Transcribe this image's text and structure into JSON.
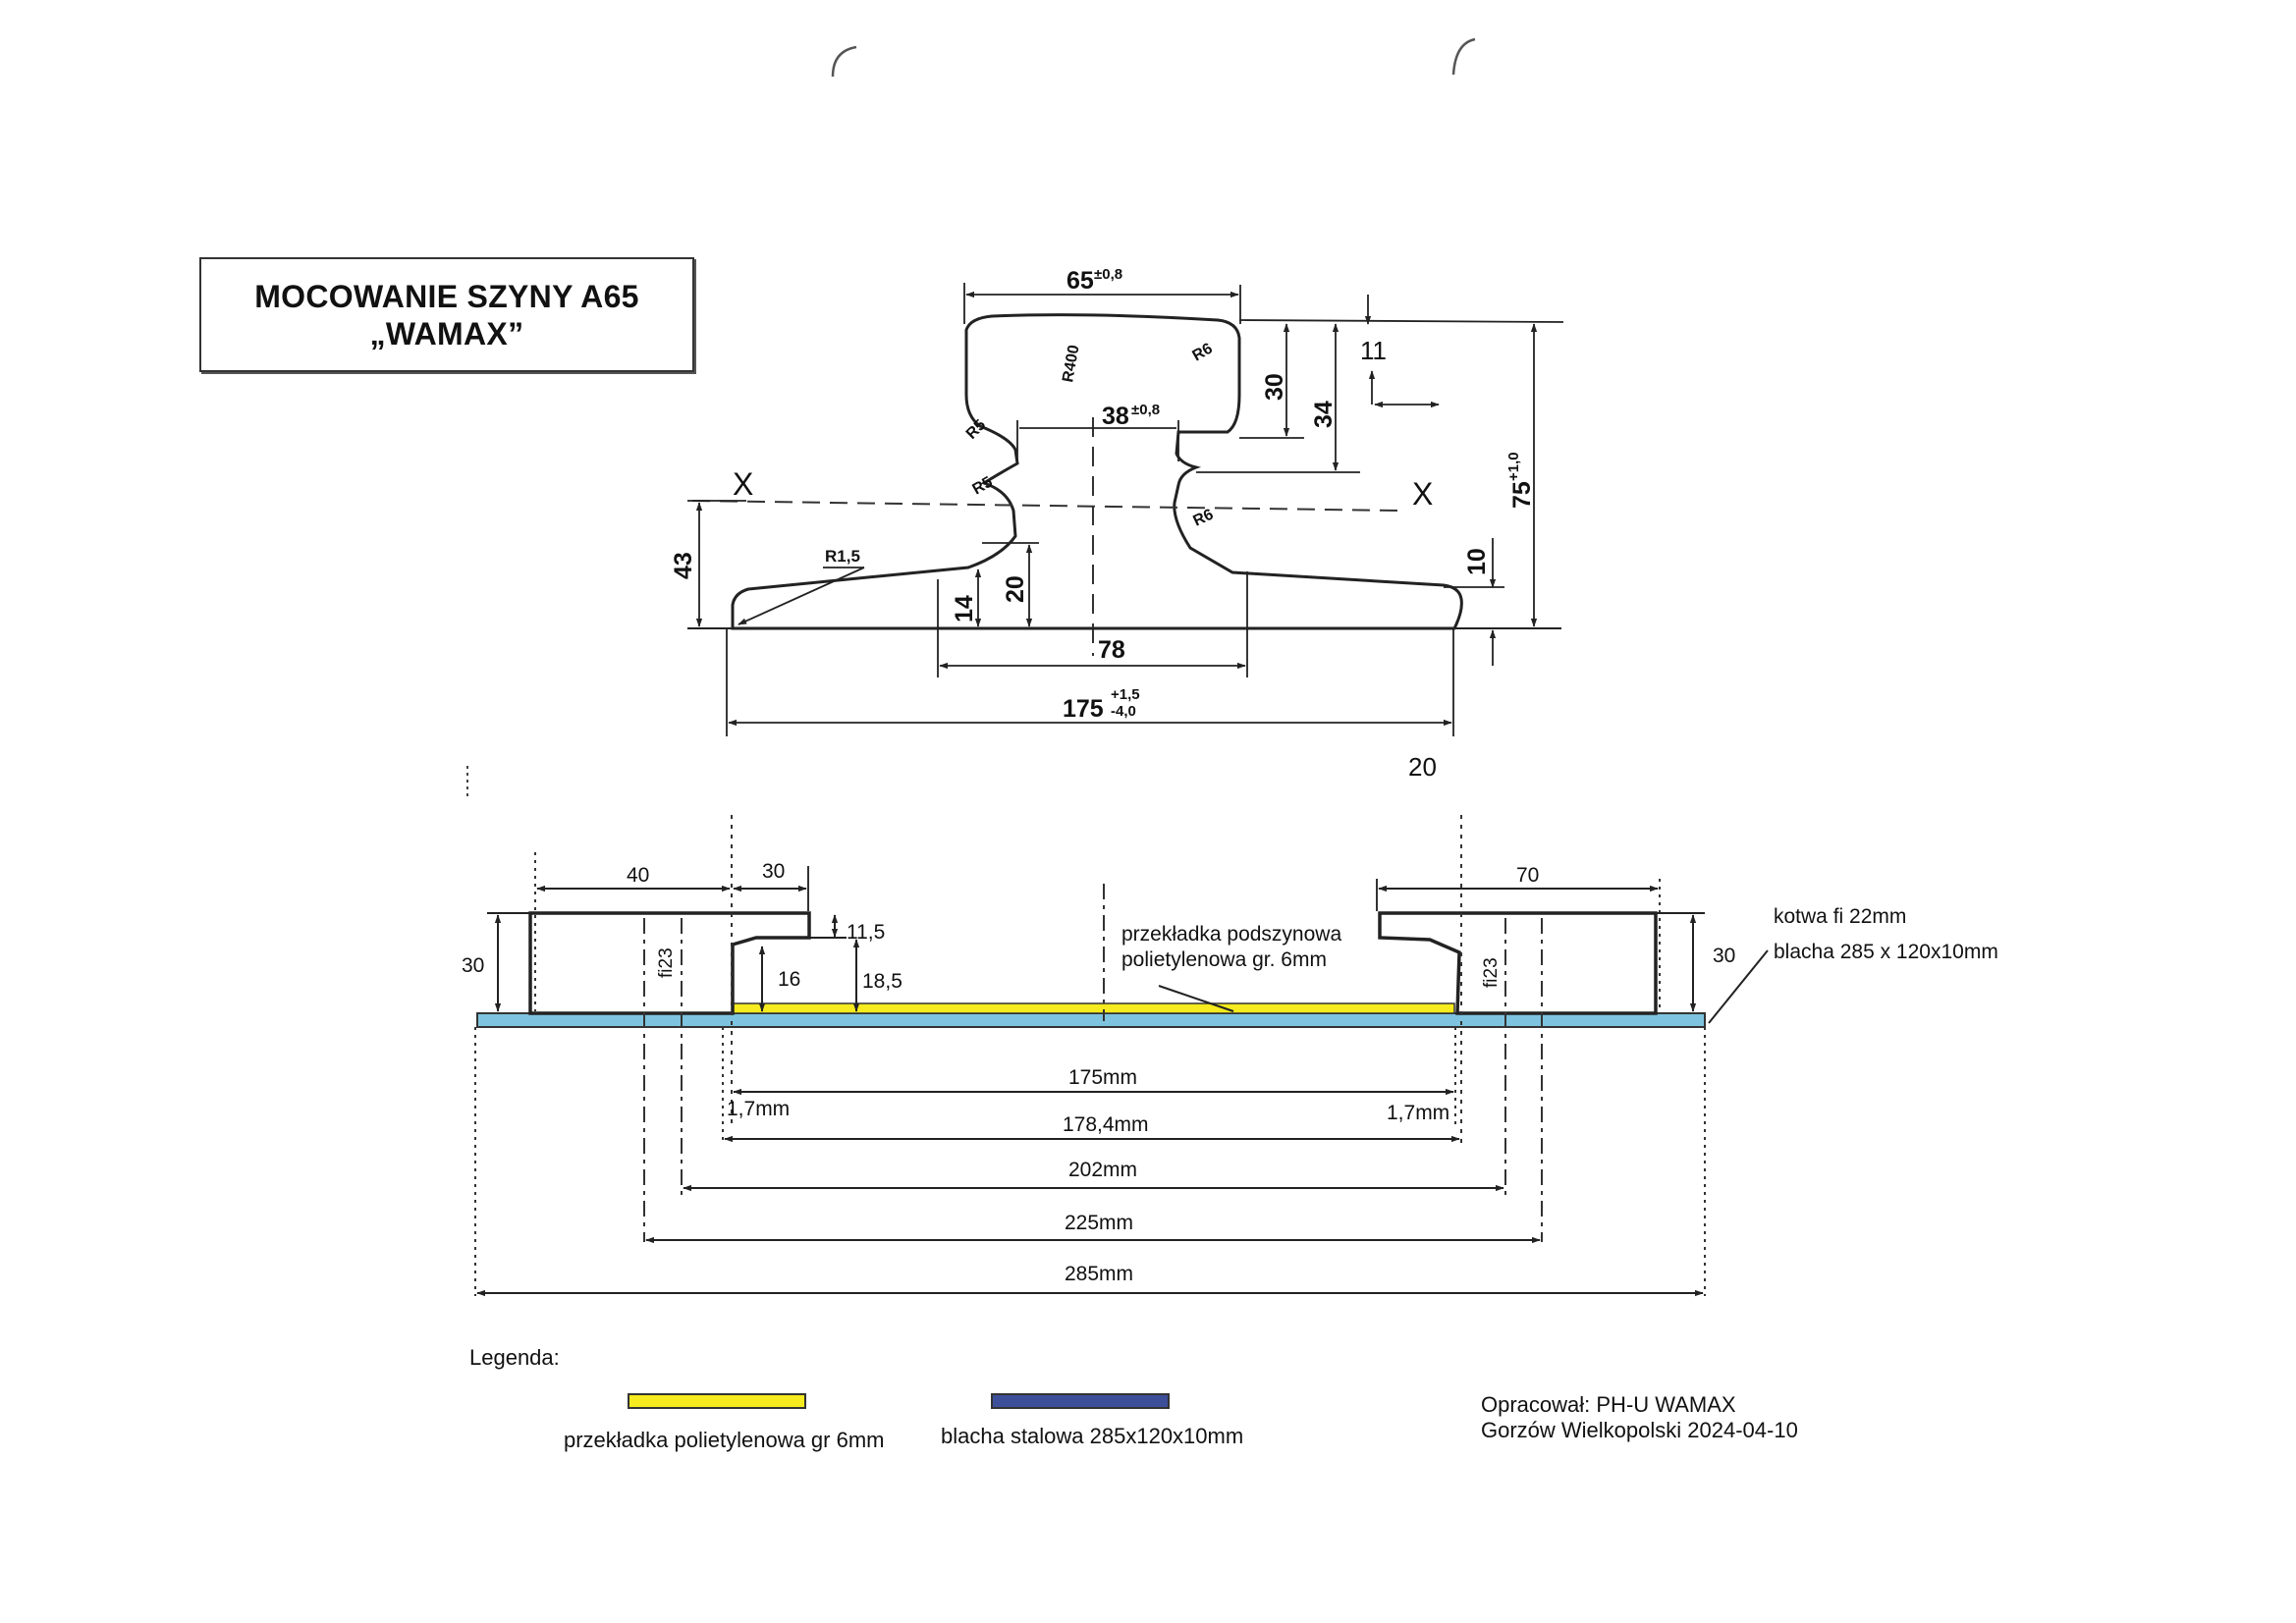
{
  "title": {
    "line1": "MOCOWANIE SZYNY A65",
    "line2": "„WAMAX”"
  },
  "rail_profile": {
    "dim_head_width": "65",
    "tol_head_width": "±0,8",
    "dim_web_width": "38",
    "tol_web_width": "±0,8",
    "dim_foot_mid": "78",
    "dim_foot_width": "175",
    "tol_foot_plus": "+1,5",
    "tol_foot_minus": "-4,0",
    "dim_height": "75",
    "tol_height": "+1,0",
    "dim_30": "30",
    "dim_34": "34",
    "dim_43": "43",
    "dim_20": "20",
    "dim_14": "14",
    "dim_10": "10",
    "dim_11": "11",
    "dim_20_below": "20",
    "radius_r400": "R400",
    "radius_r6_head": "R6",
    "radius_r5_top": "R5",
    "radius_r5_bottom": "R5",
    "radius_r6_web": "R6",
    "radius_r1_5": "R1,5",
    "axis_left": "X",
    "axis_right": "X"
  },
  "fastening": {
    "dim_40": "40",
    "dim_30_top": "30",
    "dim_70": "70",
    "dim_30_left": "30",
    "dim_30_right": "30",
    "dim_11_5": "11,5",
    "dim_16": "16",
    "dim_18_5": "18,5",
    "hole_left": "fi23",
    "hole_right": "fi23",
    "pad_label_1": "przekładka podszynowa",
    "pad_label_2": "polietylenowa gr. 6mm",
    "anchor_label": "kotwa  fi 22mm",
    "plate_label": "blacha 285 x 120x10mm",
    "dim_175mm": "175mm",
    "gap_left": "1,7mm",
    "gap_right": "1,7mm",
    "dim_178_4mm": "178,4mm",
    "dim_202mm": "202mm",
    "dim_225mm": "225mm",
    "dim_285mm": "285mm"
  },
  "legend": {
    "heading": "Legenda:",
    "pad_item": "przekładka polietylenowa gr 6mm",
    "plate_item": "blacha stalowa  285x120x10mm"
  },
  "author": {
    "line1": "Opracował: PH-U WAMAX",
    "line2": "Gorzów Wielkopolski 2024-04-10"
  },
  "colors": {
    "pad_yellow": "#f5eb1e",
    "plate_blue": "#7ec3df",
    "legend_blue": "#3e4f9a",
    "line": "#222222"
  }
}
